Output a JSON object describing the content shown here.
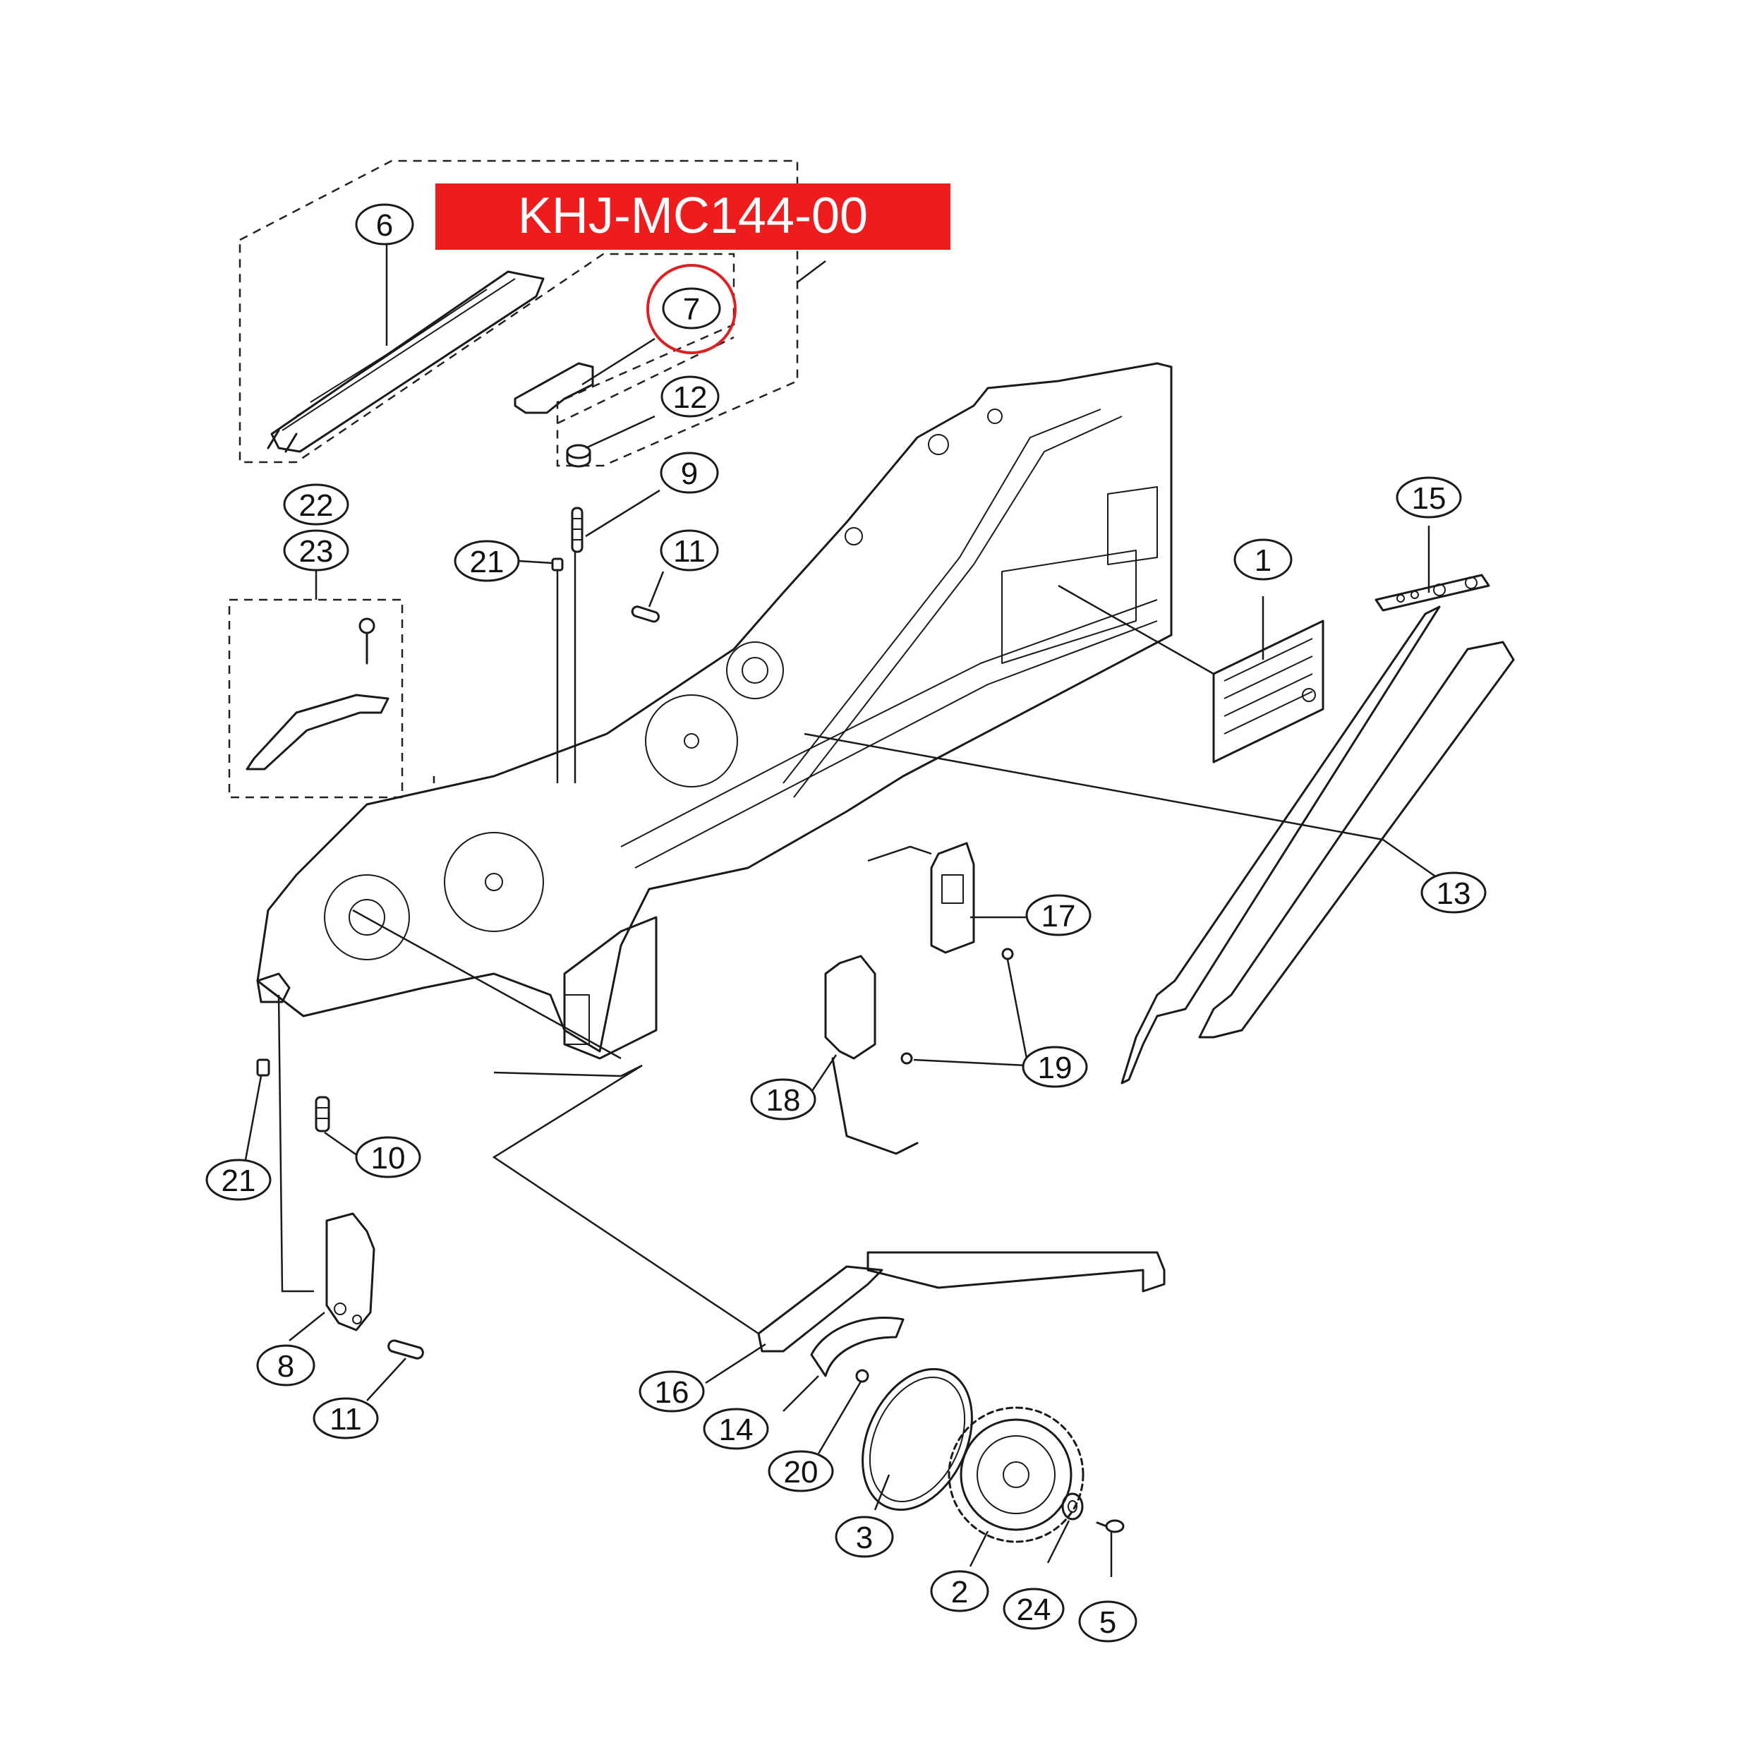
{
  "banner": {
    "part_number": "KHJ-MC144-00",
    "background_color": "#ee1c1c",
    "text_color": "#ffffff"
  },
  "highlight": {
    "target_item": "7",
    "ring_color": "#e02020"
  },
  "callouts": {
    "c1": "1",
    "c2": "2",
    "c3": "3",
    "c5": "5",
    "c6": "6",
    "c7": "7",
    "c8": "8",
    "c9": "9",
    "c10": "10",
    "c11a": "11",
    "c11b": "11",
    "c12": "12",
    "c13": "13",
    "c14": "14",
    "c15": "15",
    "c16": "16",
    "c17": "17",
    "c18": "18",
    "c19": "19",
    "c20": "20",
    "c21a": "21",
    "c21b": "21",
    "c22": "22",
    "c23": "23",
    "c24": "24"
  }
}
